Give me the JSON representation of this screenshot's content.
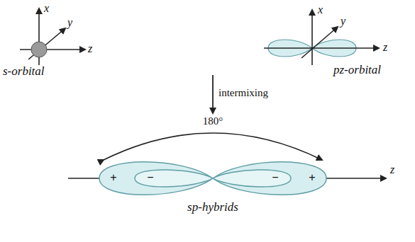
{
  "diagram": {
    "labels": [
      "x",
      "y",
      "z",
      "s-orbital",
      "x",
      "y",
      "z",
      "pz-orbital",
      "intermixing",
      "180°",
      "+",
      "−",
      "−",
      "+",
      "z",
      "sp-hybrids"
    ]
  }
}
